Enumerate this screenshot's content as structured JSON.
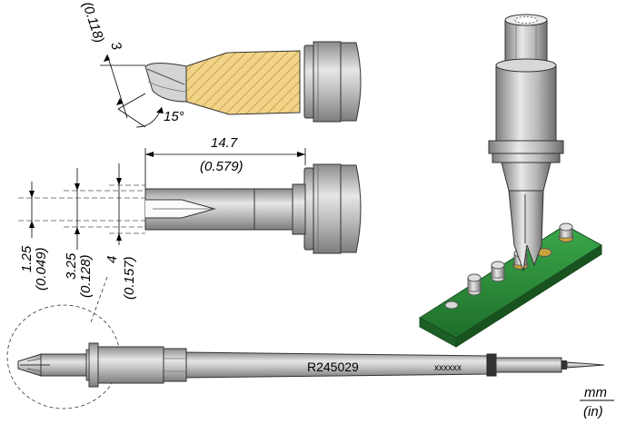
{
  "dimensions": {
    "angle": "15°",
    "tip_thickness_mm": "3",
    "tip_thickness_in": "(0.118)",
    "length_mm": "14.7",
    "length_in": "(0.579)",
    "slot_mm": "1.25",
    "slot_in": "(0.049)",
    "inner_mm": "3.25",
    "inner_in": "(0.128)",
    "outer_mm": "4",
    "outer_in": "(0.157)"
  },
  "part_number": "R245029",
  "serial_marking": "xxxxxx",
  "units": {
    "metric": "mm",
    "imperial": "(in)"
  },
  "colors": {
    "metal": "#b9b9b9",
    "metal_dark": "#7a7a7a",
    "hatch": "#f2d488",
    "pcb": "#2e8b3a",
    "pad": "#c9a23a"
  }
}
